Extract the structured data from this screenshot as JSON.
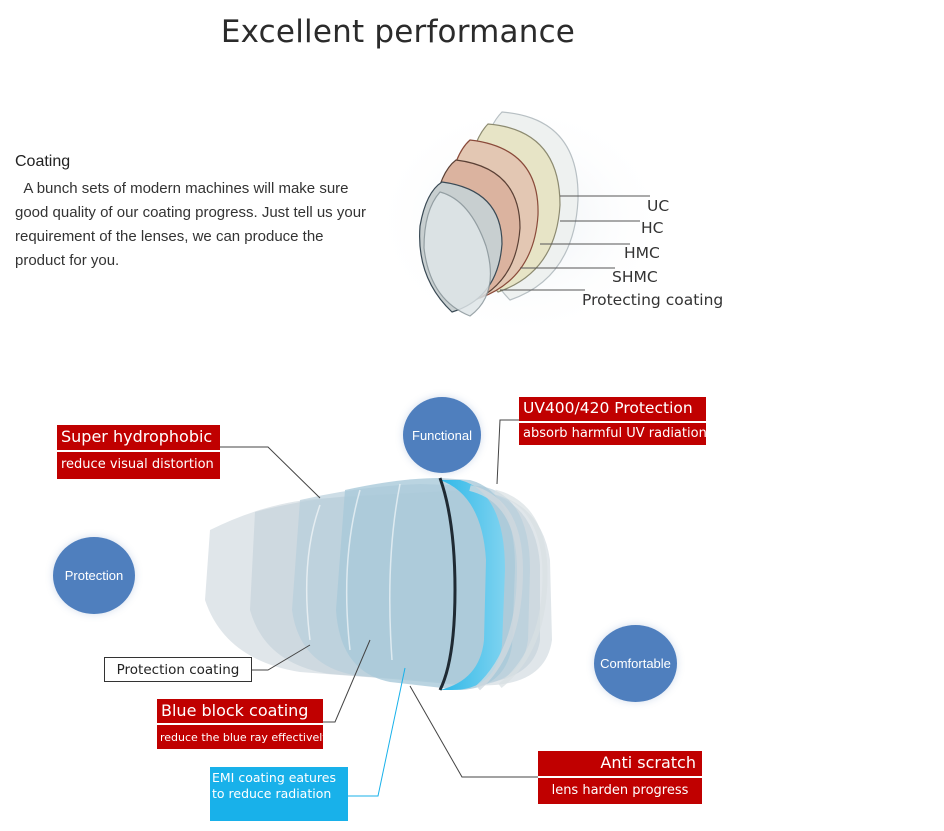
{
  "title": "Excellent performance",
  "coating": {
    "heading": "Coating",
    "text": "A bunch sets of modern machines will make sure good quality of our coating progress. Just tell us your requirement of the lenses, we can produce the product for you."
  },
  "lens_layers": [
    "UC",
    "HC",
    "HMC",
    "SHMC",
    "Protecting coating"
  ],
  "circles": {
    "functional": "Functional",
    "protection": "Protection",
    "comfortable": "Comfortable"
  },
  "features": {
    "super_hydrophobic": {
      "title": "Super hydrophobic",
      "sub": "reduce visual distortion"
    },
    "uv_protection": {
      "title": "UV400/420 Protection",
      "sub": "absorb harmful UV radiation"
    },
    "blue_block": {
      "title": "Blue block coating",
      "sub": "reduce the blue ray effectively"
    },
    "anti_scratch": {
      "title": "Anti scratch",
      "sub": "lens harden progress"
    },
    "protection_coating": "Protection coating",
    "emi_coating": "EMI coating eatures to reduce radiation"
  },
  "colors": {
    "red": "#c00000",
    "circle_blue": "#4f7fbe",
    "emi_cyan": "#18b1ea"
  }
}
